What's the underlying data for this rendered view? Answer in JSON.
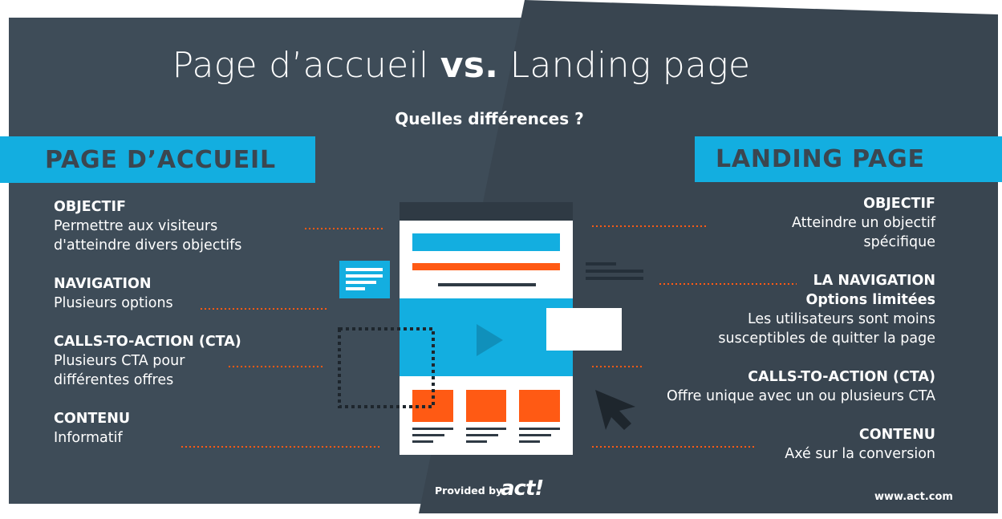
{
  "title": {
    "part1": "Page d’accueil ",
    "vs": "vs.",
    "part2": " Landing page"
  },
  "subtitle": "Quelles différences ?",
  "left": {
    "heading": "PAGE D’ACCUEIL",
    "items": [
      {
        "head": "OBJECTIF",
        "text": "Permettre aux visiteurs\nd'atteindre divers objectifs"
      },
      {
        "head": "NAVIGATION",
        "text": "Plusieurs options"
      },
      {
        "head": "CALLS-TO-ACTION (CTA)",
        "text": "Plusieurs CTA pour\ndifférentes offres"
      },
      {
        "head": "CONTENU",
        "text": "Informatif"
      }
    ]
  },
  "right": {
    "heading": "LANDING PAGE",
    "items": [
      {
        "head": "OBJECTIF",
        "text": "Atteindre un objectif\nspécifique"
      },
      {
        "head": "LA NAVIGATION",
        "subhead": "Options limitées",
        "text": "Les utilisateurs sont moins\nsusceptibles de quitter la page"
      },
      {
        "head": "CALLS-TO-ACTION (CTA)",
        "text": "Offre unique avec un ou plusieurs CTA"
      },
      {
        "head": "CONTENU",
        "text": "Axé sur la conversion"
      }
    ]
  },
  "footer": {
    "provided_by": "Provided by",
    "logo_text": "act!",
    "website": "www.act.com"
  },
  "icons": {
    "illustration": "webpage-mockup-icon",
    "cursor": "mouse-cursor-icon",
    "play": "play-icon"
  },
  "colors": {
    "background_left": "#3e4c58",
    "background_right": "#394550",
    "accent_blue": "#13aee0",
    "accent_orange": "#ff5a14",
    "text_dark": "#3b4650",
    "white": "#ffffff"
  }
}
